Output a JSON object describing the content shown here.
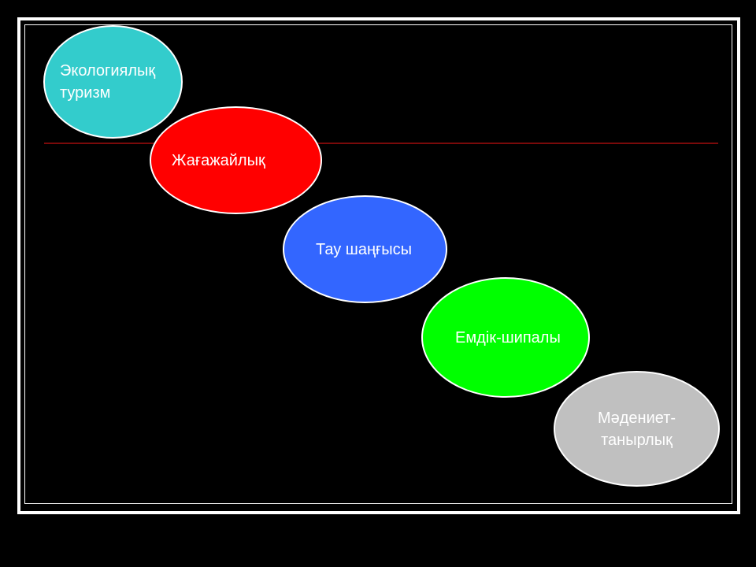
{
  "colors": {
    "background": "#000000",
    "frame": "#ffffff",
    "divider_line": "#7a0a0a",
    "text": "#ffffff"
  },
  "bubbles": [
    {
      "label": "Экологиялық\nтуризм",
      "color": "#33cccc"
    },
    {
      "label": "Жағажайлық",
      "color": "#ff0000"
    },
    {
      "label": "Тау шаңғысы",
      "color": "#3366ff"
    },
    {
      "label": "Емдік-шипалы",
      "color": "#00ff00"
    },
    {
      "label": "Мәдениет-\nтанырлық",
      "color": "#c0c0c0"
    }
  ]
}
